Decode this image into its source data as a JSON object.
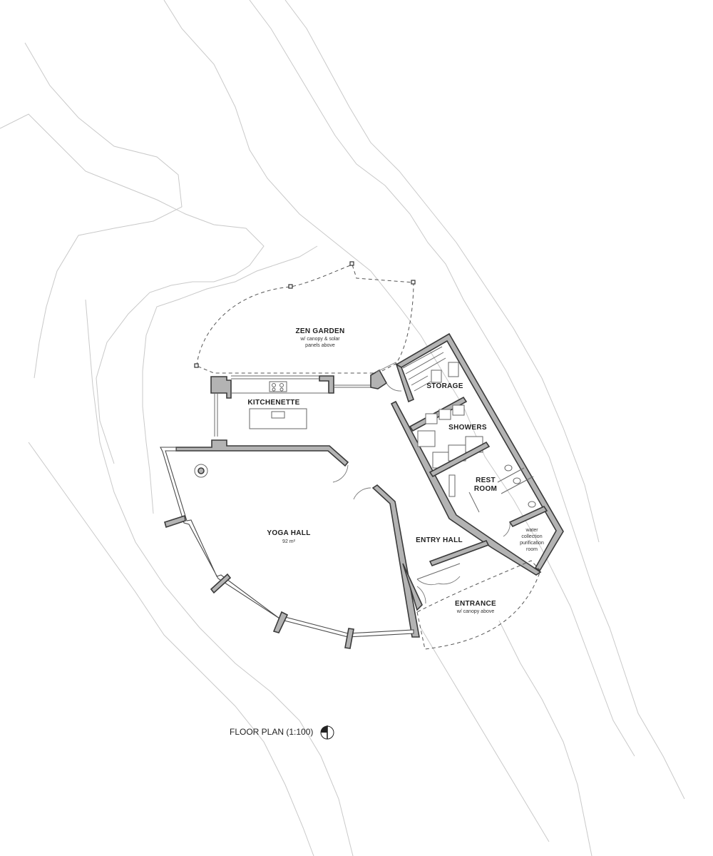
{
  "title": "FLOOR PLAN (1:100)",
  "north_icon": "north-arrow-icon",
  "rooms": {
    "zen_garden": {
      "name": "ZEN GARDEN",
      "note_line1": "w/ canopy & solar",
      "note_line2": "panels above"
    },
    "kitchenette": {
      "name": "KITCHENETTE"
    },
    "storage": {
      "name": "STORAGE"
    },
    "showers": {
      "name": "SHOWERS"
    },
    "rest_room": {
      "name_line1": "REST",
      "name_line2": "ROOM"
    },
    "yoga_hall": {
      "name": "YOGA HALL",
      "area": "92 m²"
    },
    "entry_hall": {
      "name": "ENTRY HALL"
    },
    "water_room": {
      "line1": "water",
      "line2": "collection",
      "line3": "purification",
      "line4": "room"
    },
    "entrance": {
      "name": "ENTRANCE",
      "note": "w/ canopy above"
    }
  },
  "colors": {
    "wall_fill": "#b3b3b3",
    "wall_stroke": "#3a3a3a",
    "contour": "#c9c9c9",
    "background": "#ffffff"
  }
}
